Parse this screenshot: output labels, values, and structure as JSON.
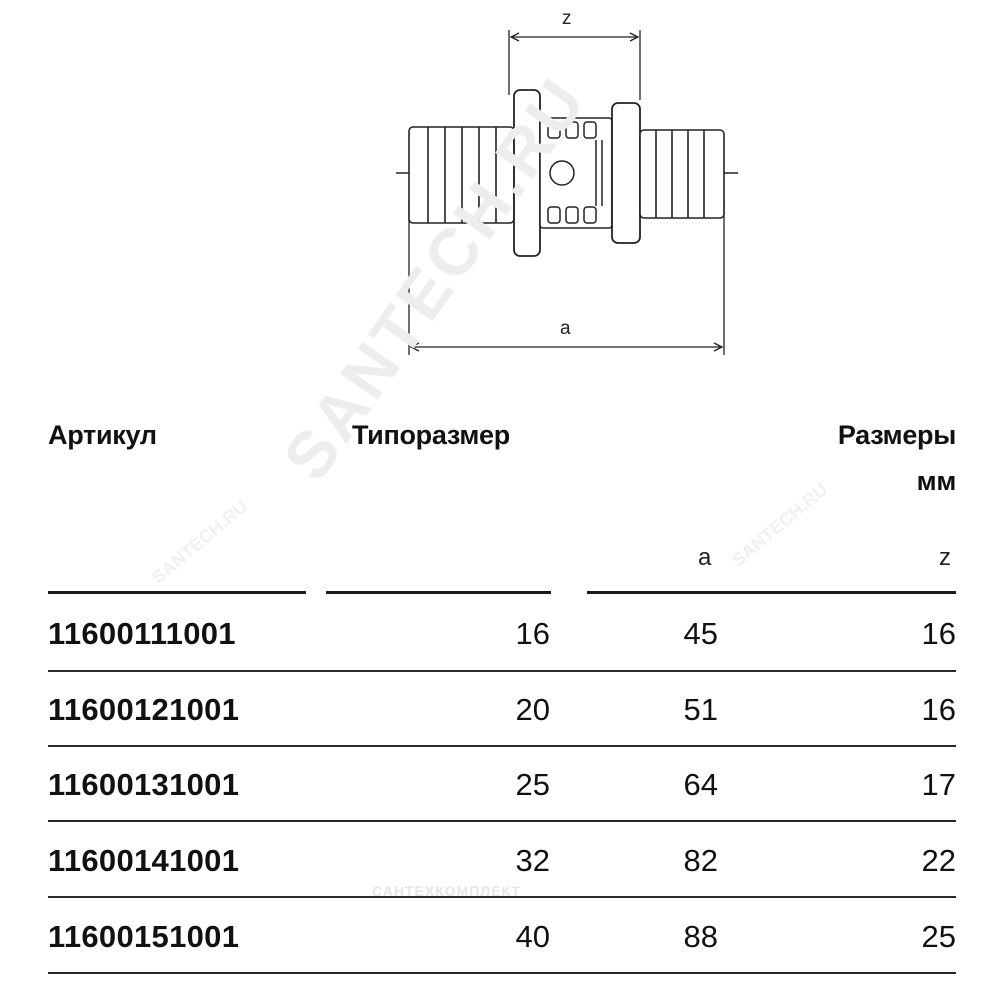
{
  "drawing": {
    "dim_z": "z",
    "dim_a": "a"
  },
  "table": {
    "headers": {
      "article": "Артикул",
      "size": "Типоразмер",
      "dims": "Размеры",
      "units": "мм",
      "col_a": "a",
      "col_z": "z"
    },
    "rows": [
      {
        "article": "11600111001",
        "size": "16",
        "a": "45",
        "z": "16"
      },
      {
        "article": "11600121001",
        "size": "20",
        "a": "51",
        "z": "16"
      },
      {
        "article": "11600131001",
        "size": "25",
        "a": "64",
        "z": "17"
      },
      {
        "article": "11600141001",
        "size": "32",
        "a": "82",
        "z": "22"
      },
      {
        "article": "11600151001",
        "size": "40",
        "a": "88",
        "z": "25"
      }
    ]
  },
  "watermarks": {
    "big": "SANTECH.RU",
    "small_left": "SANTECH.RU",
    "small_right": "SANTECH.RU",
    "bottom": "САНТЕХКОМПЛЕКТ"
  }
}
